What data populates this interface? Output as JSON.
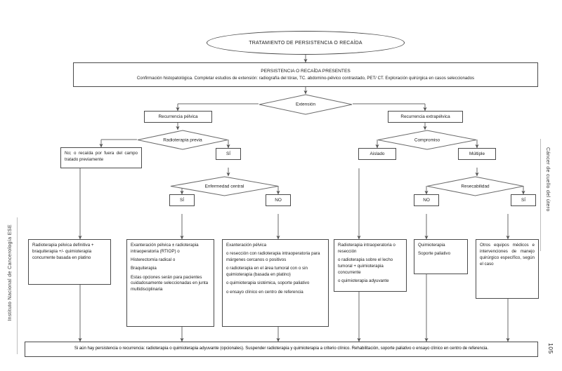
{
  "page": {
    "number": "105",
    "left_running_head": "Instituto Nacional de Cancerología ESE",
    "right_running_head": "Cáncer de cuello del útero"
  },
  "flowchart": {
    "title": "TRATAMIENTO DE PERSISTENCIA O RECAÍDA",
    "header": {
      "title": "PERSISTENCIA O RECAÍDA PRESENTES",
      "subtitle": "Confirmación histopatológica. Completar estudios de extensión: radiografía del tórax, TC. abdomino-pélvico contrastado, PET/ CT. Exploración quirúrgica en casos seleccionados"
    },
    "decisions": {
      "extension": "Extensión",
      "radioterapia_previa": "Radioterapia previa",
      "enfermedad_central": "Enfermedad central",
      "compromiso": "Compromiso",
      "resecabilidad": "Resecabilidad"
    },
    "branches": {
      "recurrencia_pelvica": "Recurrencia pélvica",
      "recurrencia_extrapelvica": "Recurrencia extrapélvica",
      "no_o_recaida": "No; o recaída por fuera del campo tratado previamente",
      "si_radioterapia": "SÍ",
      "si_enfermedad_central": "SÍ",
      "no_enfermedad_central": "NO",
      "aislado": "Aislado",
      "multiple": "Múltiple",
      "no_resecabilidad": "NO",
      "si_resecabilidad": "SÍ"
    },
    "treatments": {
      "t1": [
        "Radioterapia pélvica definitiva + braquiterapia +/- quimioterapia concurrente basada en platino"
      ],
      "t2": [
        "Exanteración pélvica ± radioterapia intraoperatoria (RTIOP) o",
        "Histerectomía radical o",
        "Braquiterapia",
        "Estas opciones serán para pacientes cuidadosamente seleccionadas en junta multidisciplinaria"
      ],
      "t3": [
        "Exanteración pélvica",
        "o resección con radioterapia intraoperatoria para márgenes cercanos o positivos",
        "o radioterapia en el área tumoral con o sin quimioterapia (basada en platino)",
        "o quimioterapia sistémica, soporte paliativo",
        "o ensayo clínico en centro de referencia"
      ],
      "t4": [
        "Radioterapia intraoperatoria o resección",
        "o radioterapia sobre el lecho tumoral + quimioterapia concurrente",
        "o quimioterapia adyuvante"
      ],
      "t5": [
        "Quimioterapia",
        "Soporte paliativo"
      ],
      "t6": [
        "Otros equipos médicos e intervenciones de manejo quirúrgico específico, según el caso"
      ]
    },
    "footer": "Si aún hay persistencia o recurrencia: radioterapia o quimioterapia adyuvante (opcionales). Suspender radioterapia y quimioterapia a criterio clínico. Rehabilitación, soporte paliativo o ensayo clínico en centro de referencia."
  }
}
